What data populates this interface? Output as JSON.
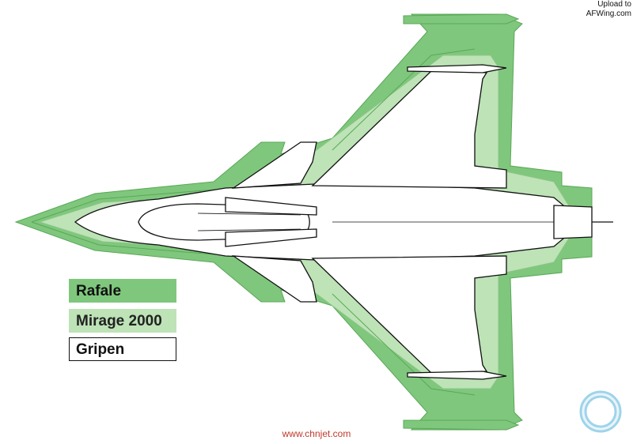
{
  "upload": {
    "line1": "Upload to",
    "line2": "AFWing.com"
  },
  "legend": {
    "items": [
      {
        "label": "Rafale",
        "color": "#7fc77d"
      },
      {
        "label": "Mirage 2000",
        "color": "#bde3b7"
      },
      {
        "label": "Gripen",
        "color": "#ffffff"
      }
    ]
  },
  "watermark": "www.chnjet.com",
  "colors": {
    "rafale": "#7fc77d",
    "mirage": "#bde3b7",
    "outline": "#111111",
    "logo_ring": "#9fd3ea"
  }
}
